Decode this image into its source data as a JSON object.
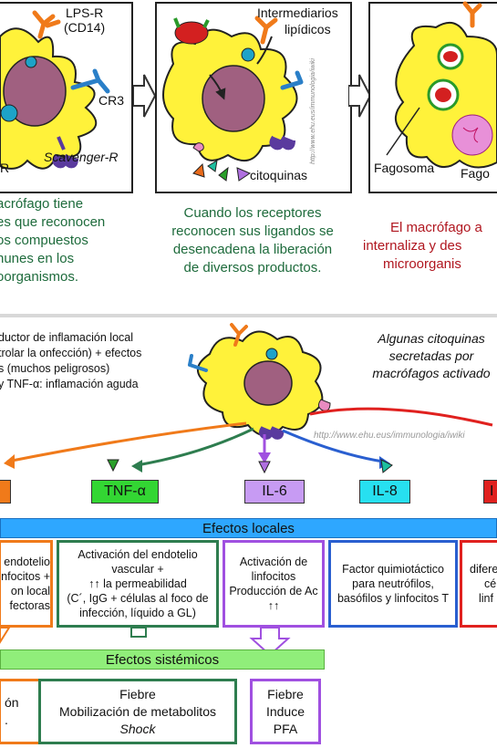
{
  "top": {
    "panel1": {
      "labels": {
        "lps": "LPS-R",
        "cd14": "(CD14)",
        "cr3": "CR3",
        "scav": "Scavenger-R",
        "r": "R"
      },
      "caption": [
        "acrófago tiene",
        "es que reconocen",
        "os compuestos",
        "nunes en los",
        "oorganismos."
      ]
    },
    "panel2": {
      "labels": {
        "inter1": "Intermediarios",
        "inter2": "lipídicos",
        "cito": "citoquinas",
        "url": "http://www.ehu.eus/immunologia/iwiki"
      },
      "caption": [
        "Cuando los receptores",
        "reconocen sus ligandos se",
        "desencadena la liberación",
        "de diversos productos."
      ]
    },
    "panel3": {
      "labels": {
        "fagosoma": "Fagosoma",
        "fago": "Fago"
      },
      "caption": [
        "El macrófago a",
        "internaliza y des",
        "microorganis"
      ]
    }
  },
  "bottom": {
    "left_text": [
      "ductor de inflamación local",
      "trolar la onfección) + efectos",
      "s (muchos peligrosos)",
      "y TNF-α: inflamación aguda"
    ],
    "right_title": [
      "Algunas citoquinas",
      "secretadas por",
      "macrófagos activado"
    ],
    "url": "http://www.ehu.eus/immunologia/iwiki",
    "cytokines": {
      "tnf": "TNF-α",
      "il6": "IL-6",
      "il8": "IL-8",
      "il_right": "I"
    },
    "efectos_locales": "Efectos locales",
    "local_cells": {
      "c1": [
        "endotelio",
        "nfocitos +",
        "",
        "on local",
        "fectoras"
      ],
      "c2": [
        "Activación del endotelio",
        "vascular +",
        "↑↑ la permeabilidad",
        "(C´, IgG + células al foco de",
        "infección, líquido a GL)"
      ],
      "c3": [
        "Activación de",
        "linfocitos",
        "Producción de Ac",
        "↑↑"
      ],
      "c4": [
        "Factor quimiotáctico",
        "para neutrófilos,",
        "basófilos y linfocitos T"
      ],
      "c5": [
        "difere",
        "cél",
        "linf"
      ]
    },
    "efectos_sistemicos": "Efectos sistémicos",
    "sys_cells": {
      "s1": [
        "ón",
        "."
      ],
      "s2": [
        "Fiebre",
        "Mobilización de metabolitos",
        "Shock"
      ],
      "s3": [
        "Fiebre",
        "Induce",
        "PFA"
      ]
    }
  },
  "colors": {
    "orange": "#f07a1a",
    "green": "#2e7d4f",
    "purple": "#a050e0",
    "blue": "#2a5fd0",
    "red": "#e0211f",
    "tnf_bg": "#33d633",
    "il6_bg": "#c79bf3",
    "il8_bg": "#27e0f0",
    "local_bar": "#2ea7ff",
    "sys_bar": "#90ee7a",
    "cell_yellow": "#fff23a"
  }
}
